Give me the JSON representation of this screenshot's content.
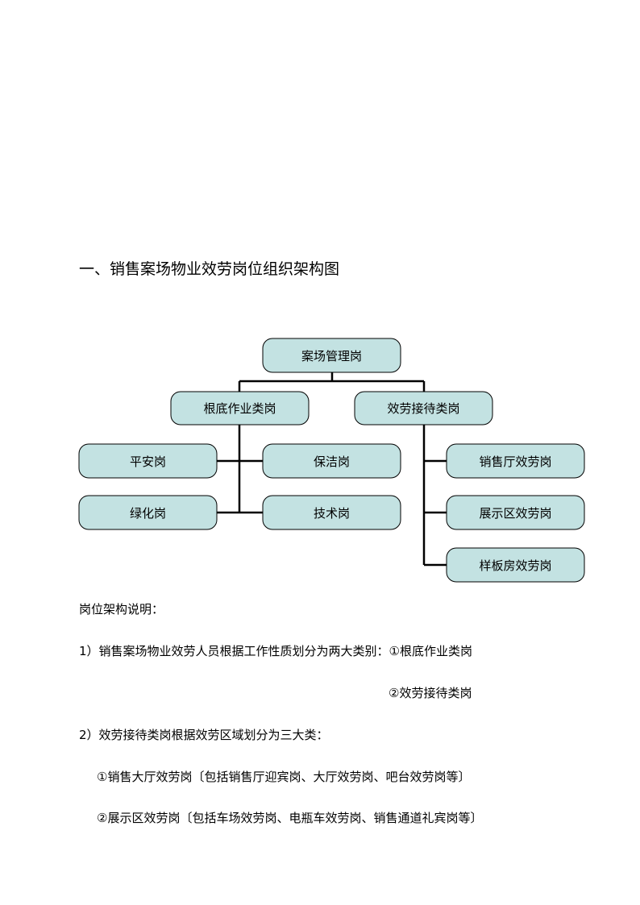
{
  "heading": "一、销售案场物业效劳岗位组织架构图",
  "org_chart": {
    "root": "案场管理岗",
    "groups": [
      {
        "label": "根底作业类岗",
        "children": [
          "平安岗",
          "保洁岗",
          "绿化岗",
          "技术岗"
        ]
      },
      {
        "label": "效劳接待类岗",
        "children": [
          "销售厅效劳岗",
          "展示区效劳岗",
          "样板房效劳岗"
        ]
      }
    ]
  },
  "description": {
    "title": "岗位架构说明：",
    "item1": "1）销售案场物业效劳人员根据工作性质划分为两大类别：①根底作业类岗",
    "item1_cont": "②效劳接待类岗",
    "item2": "2）效劳接待类岗根据效劳区域划分为三大类：",
    "item2_sub1": "①销售大厅效劳岗〔包括销售厅迎宾岗、大厅效劳岗、吧台效劳岗等〕",
    "item2_sub2": "②展示区效劳岗〔包括车场效劳岗、电瓶车效劳岗、销售通道礼宾岗等〕"
  }
}
